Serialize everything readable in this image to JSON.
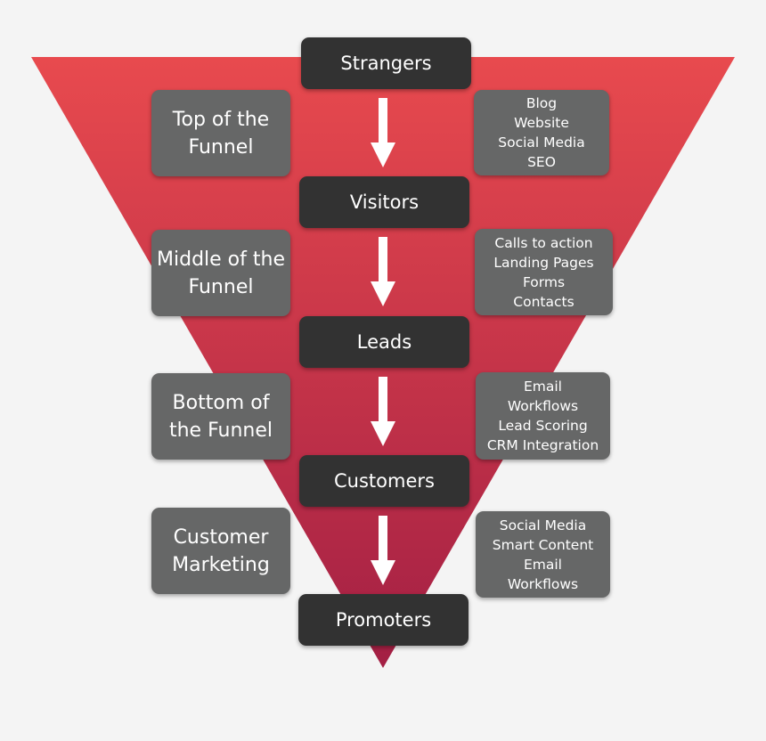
{
  "colors": {
    "funnel_top": "#e84a4e",
    "funnel_bottom": "#a31f44",
    "stage_box": "#323232",
    "label_box": "#666767",
    "arrow": "#ffffff",
    "background": "#f4f4f4"
  },
  "stages": [
    "Strangers",
    "Visitors",
    "Leads",
    "Customers",
    "Promoters"
  ],
  "funnel_labels": [
    "Top of the\nFunnel",
    "Middle of the\nFunnel",
    "Bottom of\nthe Funnel",
    "Customer\nMarketing"
  ],
  "tactics": [
    [
      "Blog",
      "Website",
      "Social Media",
      "SEO"
    ],
    [
      "Calls to action",
      "Landing Pages",
      "Forms",
      "Contacts"
    ],
    [
      "Email",
      "Workflows",
      "Lead Scoring",
      "CRM Integration"
    ],
    [
      "Social Media",
      "Smart Content",
      "Email",
      "Workflows"
    ]
  ],
  "arrows": [
    "down-arrow",
    "down-arrow",
    "down-arrow",
    "down-arrow"
  ]
}
